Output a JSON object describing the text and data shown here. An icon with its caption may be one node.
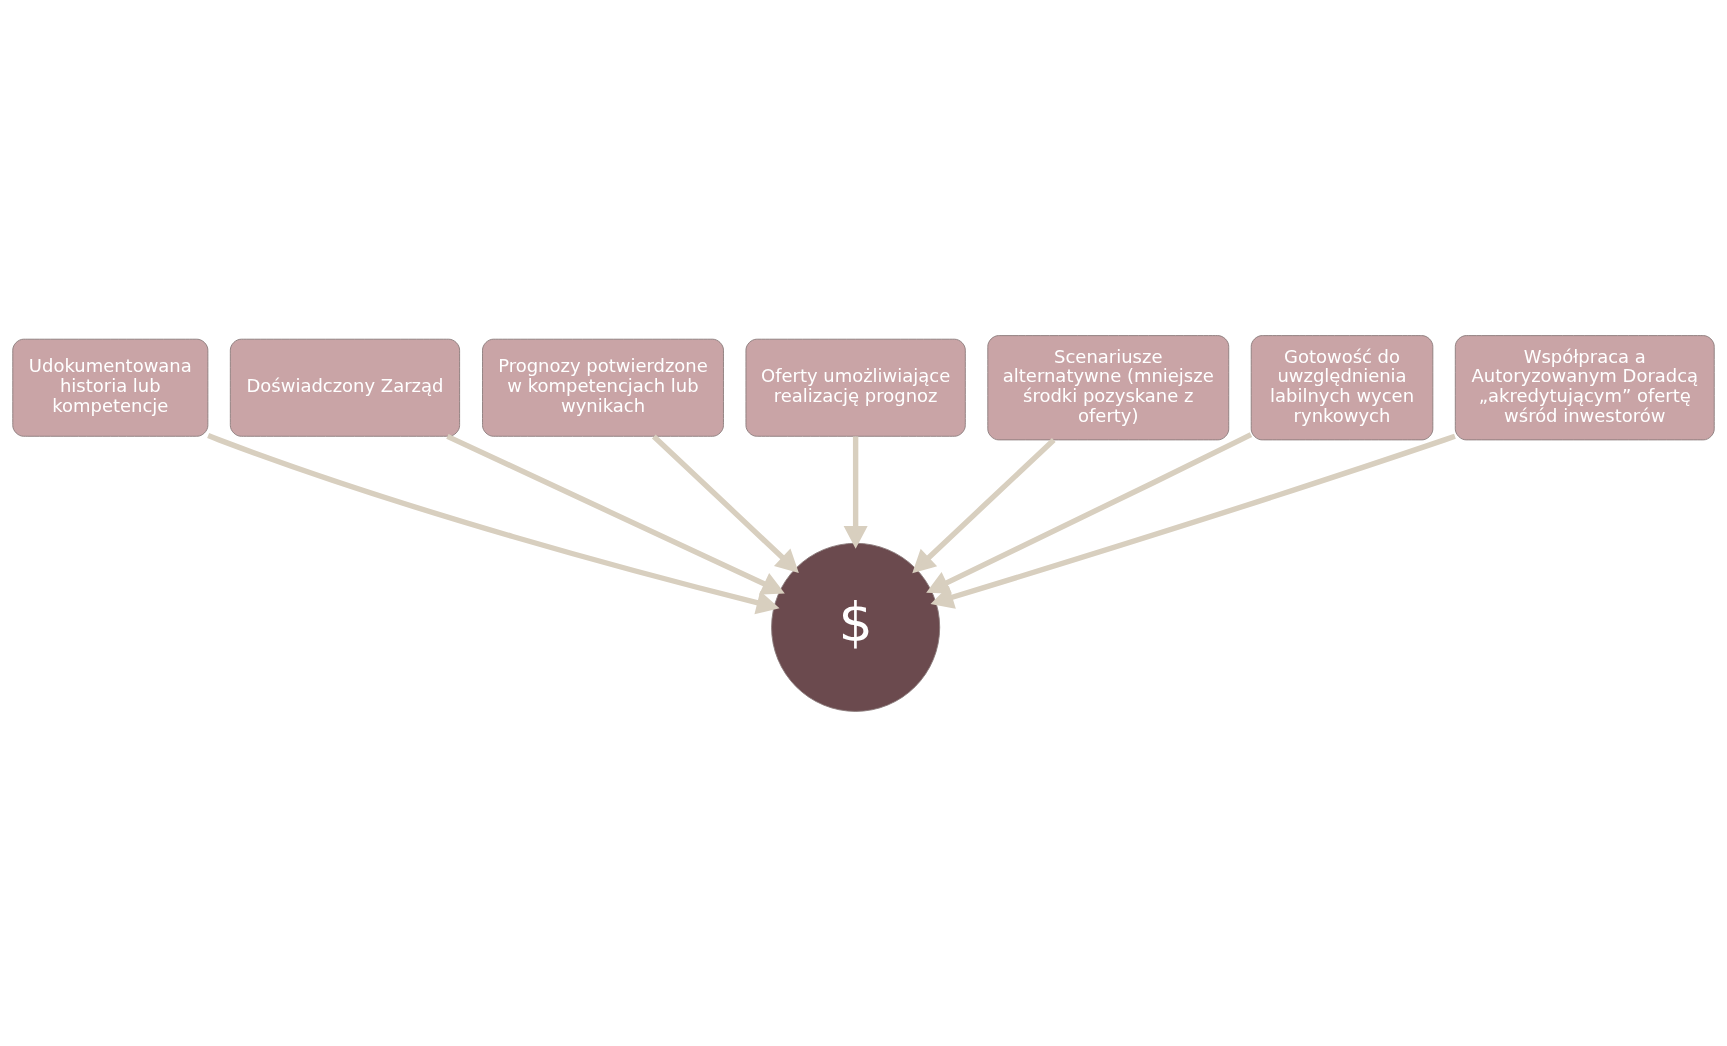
{
  "diagram": {
    "nodes": [
      {
        "text": [
          "Udokumentowana historia lub kompetencje"
        ]
      },
      {
        "text": [
          "Doświadczony Zarząd"
        ]
      },
      {
        "text": [
          "Prognozy potwierdzone w kompetencjach lub wynikach"
        ]
      },
      {
        "text": [
          "Oferty umożliwiające realizację prognoz"
        ]
      },
      {
        "text": [
          "Scenariusze alternatywne (mniejsze środki pozyskane z oferty)"
        ]
      },
      {
        "text": [
          "Gotowość do uwzględnienia labilnych wycen rynkowych"
        ]
      },
      {
        "text": [
          "Współpraca a Autoryzowanym Doradcą „akredytującym” ofertę wśród inwestorów"
        ]
      },
      {
        "text": [
          "$"
        ]
      }
    ],
    "edges": [
      {
        "from": 0,
        "to": 7,
        "arrow": "to"
      },
      {
        "from": 1,
        "to": 7,
        "arrow": "to"
      },
      {
        "from": 2,
        "to": 7,
        "arrow": "to"
      },
      {
        "from": 3,
        "to": 7,
        "arrow": "to"
      },
      {
        "from": 4,
        "to": 7,
        "arrow": "to"
      },
      {
        "from": 5,
        "to": 7,
        "arrow": "to"
      },
      {
        "from": 6,
        "to": 7,
        "arrow": "to"
      }
    ]
  }
}
